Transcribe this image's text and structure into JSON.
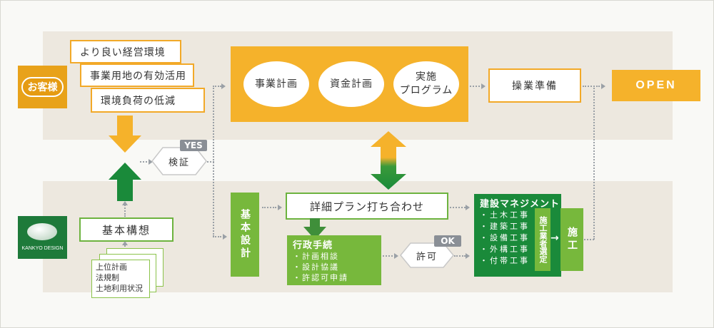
{
  "client": {
    "label": "お客様"
  },
  "company": {
    "label": "KANKYO DESIGN"
  },
  "needs": [
    "より良い経営環境",
    "事業用地の有効活用",
    "環境負荷の低減"
  ],
  "planning": {
    "items": [
      "事業計画",
      "資金計画",
      "実施\nプログラム"
    ]
  },
  "operation_prep": "操業準備",
  "open": "OPEN",
  "verify": {
    "label": "検証",
    "yes": "YES"
  },
  "basic_concept": "基本構想",
  "documents": [
    "上位計画",
    "法規制",
    "土地利用状況"
  ],
  "basic_design": "基本設計",
  "detail_plan": "詳細プラン打ち合わせ",
  "admin": {
    "title": "行政手続",
    "items": [
      "・計画相談",
      "・設計協議",
      "・許認可申請"
    ]
  },
  "permit": {
    "label": "許可",
    "ok": "OK"
  },
  "construction_mgmt": {
    "title": "建設マネジメント",
    "items": [
      "・土木工事",
      "・建築工事",
      "・設備工事",
      "・外構工事",
      "・付帯工事"
    ]
  },
  "contractor_selection": "施工業者選定",
  "construction": "施工",
  "colors": {
    "orange": "#f5b22b",
    "green": "#77b83c",
    "dark_green": "#1a8a3a",
    "gray": "#8a8f96"
  }
}
